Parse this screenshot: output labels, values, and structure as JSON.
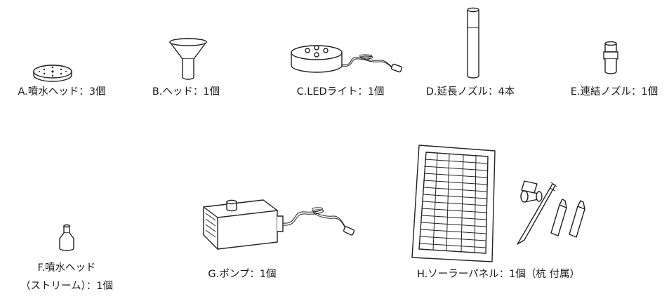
{
  "parts": [
    {
      "id": "A",
      "label": "A.噴水ヘッド：3個"
    },
    {
      "id": "B",
      "label": "B.ヘッド：1個"
    },
    {
      "id": "C",
      "label": "C.LEDライト：1個"
    },
    {
      "id": "D",
      "label": "D.延長ノズル：4本"
    },
    {
      "id": "E",
      "label": "E.連結ノズル：1個"
    },
    {
      "id": "F",
      "label_line1": "F.噴水ヘッド",
      "label_line2": "（ストリーム）：1個"
    },
    {
      "id": "G",
      "label": "G.ポンプ：1個"
    },
    {
      "id": "H",
      "label": "H.ソーラーパネル：1個（杭 付属）"
    }
  ]
}
